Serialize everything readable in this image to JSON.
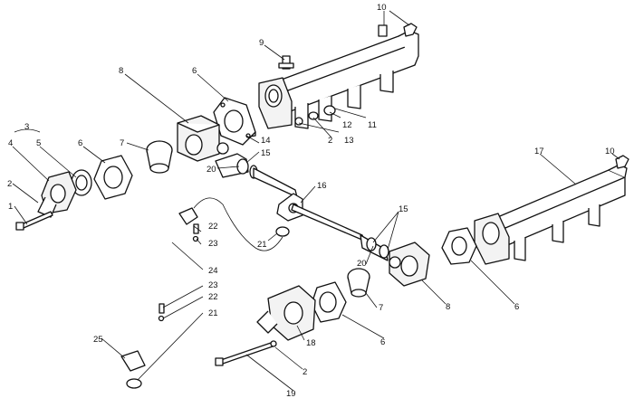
{
  "labels": [
    {
      "text": "1"
    },
    {
      "text": "2"
    },
    {
      "text": "3"
    },
    {
      "text": "4"
    },
    {
      "text": "5"
    },
    {
      "text": "6"
    },
    {
      "text": "7"
    },
    {
      "text": "8"
    },
    {
      "text": "6"
    },
    {
      "text": "9"
    },
    {
      "text": "10"
    },
    {
      "text": "11"
    },
    {
      "text": "12"
    },
    {
      "text": "13"
    },
    {
      "text": "2"
    },
    {
      "text": "14"
    },
    {
      "text": "15"
    },
    {
      "text": "20"
    },
    {
      "text": "16"
    },
    {
      "text": "21"
    },
    {
      "text": "22"
    },
    {
      "text": "23"
    },
    {
      "text": "24"
    },
    {
      "text": "23"
    },
    {
      "text": "22"
    },
    {
      "text": "21"
    },
    {
      "text": "25"
    },
    {
      "text": "15"
    },
    {
      "text": "20"
    },
    {
      "text": "7"
    },
    {
      "text": "8"
    },
    {
      "text": "6"
    },
    {
      "text": "6"
    },
    {
      "text": "18"
    },
    {
      "text": "2"
    },
    {
      "text": "19"
    },
    {
      "text": "17"
    },
    {
      "text": "10"
    }
  ]
}
